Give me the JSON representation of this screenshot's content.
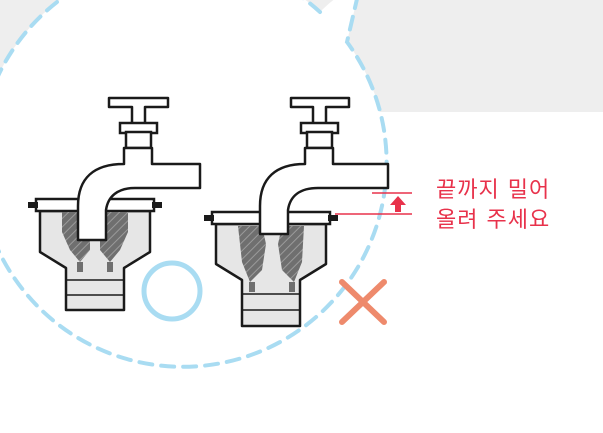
{
  "caption": {
    "lines": [
      "끝까지 밀어",
      "올려 주세요"
    ],
    "color": "#e8324b"
  },
  "marks": {
    "correct": {
      "symbol": "O",
      "color": "#a9dcf2"
    },
    "incorrect": {
      "symbol": "X",
      "color": "#ee8a6c"
    }
  },
  "colors": {
    "banner": "#eeeeee",
    "bubble_outline": "#a9dcf2",
    "line": "#1a1a1a",
    "adapter_body": "#e6e6e6",
    "adapter_dark": "#7a7a7a",
    "arrow": "#e8324b"
  },
  "icons": {
    "faucet": "faucet-icon",
    "adapter": "hose-adapter-icon",
    "correct": "circle-o-icon",
    "incorrect": "x-mark-icon",
    "gap_arrow": "up-arrow-icon"
  }
}
